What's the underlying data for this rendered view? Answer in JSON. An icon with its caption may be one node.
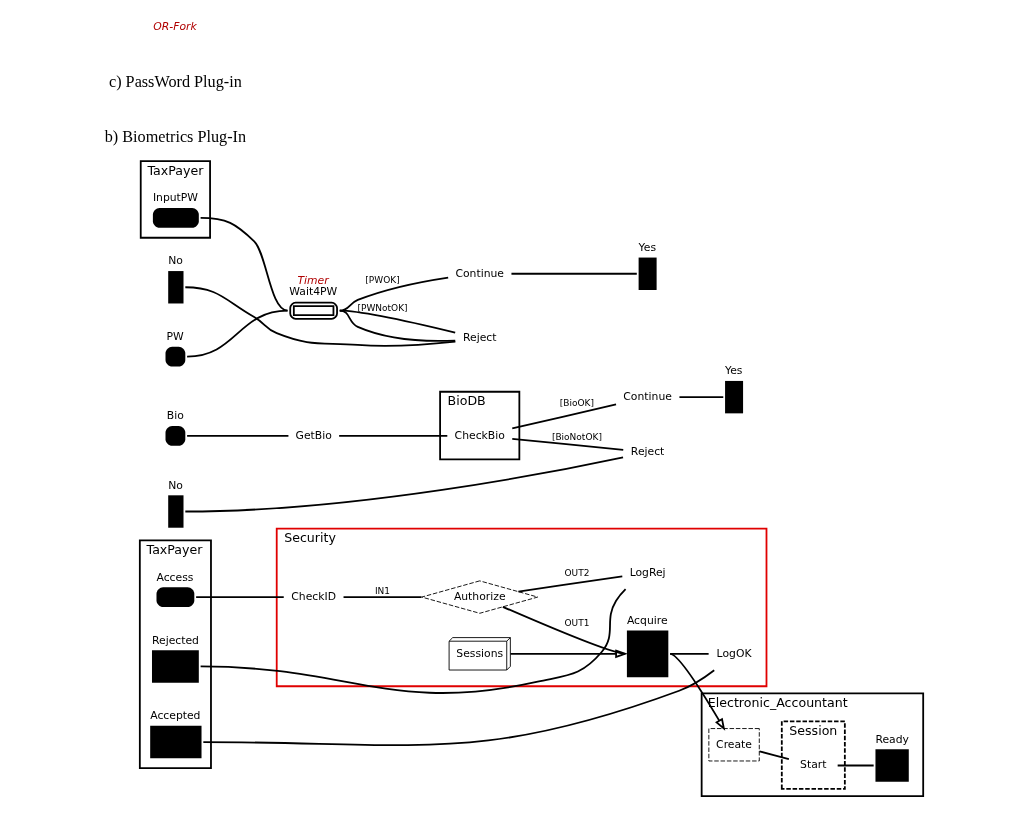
{
  "diagram": {
    "nodes": [
      {
        "text": [
          "TaxPayer"
        ]
      },
      {
        "text": [
          "Access"
        ],
        "in": 0
      },
      {
        "text": [
          "Rejected"
        ],
        "in": 0
      },
      {
        "text": [
          "Accepted"
        ],
        "in": 0
      },
      {
        "text": [
          "Security"
        ]
      },
      {
        "text": [
          "CheckID"
        ],
        "in": 4
      },
      {
        "text": [
          "Authorize"
        ],
        "in": 4
      },
      {
        "text": [
          "Sessions"
        ],
        "in": 4
      },
      {
        "text": [
          "Acquire"
        ],
        "in": 4
      },
      {
        "text": [
          "LogRej"
        ],
        "in": 4
      },
      {
        "text": [
          "LogOK"
        ],
        "in": 4
      },
      {
        "text": [
          "Electronic_Accountant"
        ]
      },
      {
        "text": [
          "Session"
        ],
        "in": 11
      },
      {
        "text": [
          "Create"
        ],
        "in": 11
      },
      {
        "text": [
          "Start"
        ],
        "in": 12
      },
      {
        "text": [
          "Ready"
        ],
        "in": 11
      },
      {
        "text": [
          "Bio"
        ]
      },
      {
        "text": [
          "GetBio"
        ]
      },
      {
        "text": [
          "BioDB"
        ]
      },
      {
        "text": [
          "CheckBio"
        ],
        "in": 18
      },
      {
        "text": [
          "Continue"
        ]
      },
      {
        "text": [
          "Yes"
        ]
      },
      {
        "text": [
          "Reject"
        ]
      },
      {
        "text": [
          "No"
        ]
      },
      {
        "text": [
          "TaxPayer"
        ]
      },
      {
        "text": [
          "InputPW"
        ],
        "in": 24
      },
      {
        "text": [
          "PW"
        ]
      },
      {
        "text": [
          "Wait4PW"
        ],
        "beside": [
          "Timer"
        ]
      },
      {
        "text": [
          "Continue"
        ]
      },
      {
        "text": [
          "Yes"
        ]
      },
      {
        "text": [
          "Reject"
        ]
      },
      {
        "text": [
          "No"
        ]
      }
    ],
    "edges": [
      {
        "from": 1,
        "to": 5,
        "arrow": "none"
      },
      {
        "from": 5,
        "to": 6,
        "arrow": "none",
        "label": "IN1"
      },
      {
        "from": 6,
        "to": 8,
        "arrow": "none",
        "label": "OUT1"
      },
      {
        "from": 6,
        "to": 9,
        "arrow": "none",
        "label": "OUT2"
      },
      {
        "from": 9,
        "to": 2,
        "arrow": "none"
      },
      {
        "from": 7,
        "to": 8,
        "arrow": "to"
      },
      {
        "from": 8,
        "to": 13,
        "arrow": "to"
      },
      {
        "from": 13,
        "to": 14,
        "arrow": "none"
      },
      {
        "from": 14,
        "to": 15,
        "arrow": "none"
      },
      {
        "from": 8,
        "to": 10,
        "arrow": "none"
      },
      {
        "from": 10,
        "to": 3,
        "arrow": "none"
      },
      {
        "from": 16,
        "to": 17,
        "arrow": "none"
      },
      {
        "from": 17,
        "to": 19,
        "arrow": "none"
      },
      {
        "from": 19,
        "to": 20,
        "arrow": "none",
        "label": "[BioOK]"
      },
      {
        "from": 19,
        "to": 22,
        "arrow": "none",
        "label": "[BioNotOK]"
      },
      {
        "from": 20,
        "to": 21,
        "arrow": "none"
      },
      {
        "from": 22,
        "to": 23,
        "arrow": "none"
      },
      {
        "from": 25,
        "to": 27,
        "arrow": "none"
      },
      {
        "from": 26,
        "to": 27,
        "arrow": "none"
      },
      {
        "from": 27,
        "to": 28,
        "arrow": "none",
        "label": "[PWOK]"
      },
      {
        "from": 27,
        "to": 30,
        "arrow": "none",
        "label": "[PWNotOK]"
      },
      {
        "from": 27,
        "to": 30,
        "arrow": "none"
      },
      {
        "from": 28,
        "to": 29,
        "arrow": "none"
      },
      {
        "from": 30,
        "to": 31,
        "arrow": "none"
      }
    ],
    "labels": [
      "b) Biometrics Plug-In",
      "c) PassWord Plug-in",
      "OR-Fork"
    ]
  }
}
